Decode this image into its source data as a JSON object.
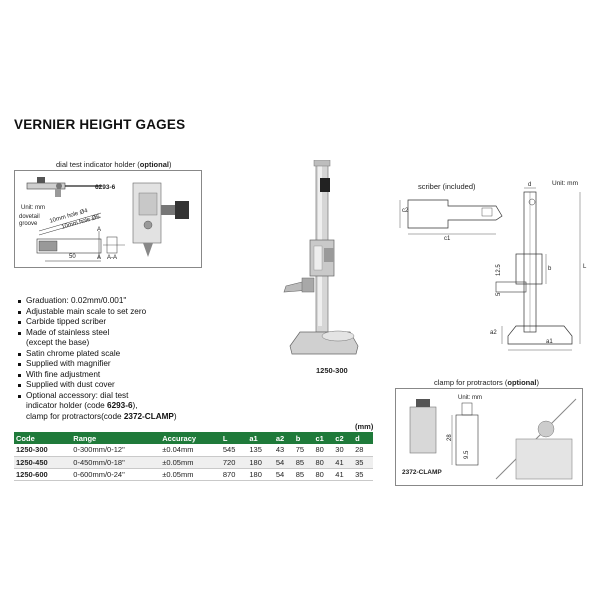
{
  "title": "VERNIER HEIGHT GAGES",
  "holder": {
    "caption_prefix": "dial test indicator holder (",
    "caption_bold": "optional",
    "caption_suffix": ")",
    "code": "6293-6",
    "unit": "Unit: mm",
    "dovetail": "dovetail",
    "groove": "groove",
    "hole1": "10mm hole Ø4",
    "hole2": "10mm hole Ø6",
    "dim_50": "50",
    "sec_a": "A",
    "sec_a2": "A",
    "sec_aa": "A-A"
  },
  "features": [
    {
      "text": "Graduation: 0.02mm/0.001\"",
      "cont": false
    },
    {
      "text": "Adjustable main scale to set zero",
      "cont": false
    },
    {
      "text": "Carbide tipped scriber",
      "cont": false
    },
    {
      "text": "Made of stainless steel",
      "cont": false
    },
    {
      "text": "(except the base)",
      "cont": true
    },
    {
      "text": "Satin chrome plated scale",
      "cont": false
    },
    {
      "text": "Supplied with magnifier",
      "cont": false
    },
    {
      "text": "With fine adjustment",
      "cont": false
    },
    {
      "text": "Supplied with dust cover",
      "cont": false
    },
    {
      "text": "Optional accessory: dial test",
      "cont": false
    }
  ],
  "accessory_line2_prefix": "indicator holder (code ",
  "accessory_line2_bold": "6293-6",
  "accessory_line2_suffix": "),",
  "accessory_line3_prefix": "clamp for protractors(code ",
  "accessory_line3_bold": "2372-CLAMP",
  "accessory_line3_suffix": ")",
  "product_code": "1250-300",
  "scriber": {
    "caption": "scriber (included)",
    "unit": "Unit: mm",
    "c2": "c2",
    "c1": "c1",
    "d": "d",
    "b": "b",
    "L": "L",
    "a1": "a1",
    "a2": "a2",
    "dim_12_5": "12.5",
    "dim_5": "5"
  },
  "clamp": {
    "caption_prefix": "clamp for protractors (",
    "caption_bold": "optional",
    "caption_suffix": ")",
    "unit": "Unit: mm",
    "code": "2372-CLAMP",
    "dim_28": "28",
    "dim_9_5": "9.5"
  },
  "table": {
    "unit": "(mm)",
    "headers": [
      "Code",
      "Range",
      "Accuracy",
      "L",
      "a1",
      "a2",
      "b",
      "c1",
      "c2",
      "d"
    ],
    "rows": [
      [
        "1250-300",
        "0-300mm/0-12\"",
        "±0.04mm",
        "545",
        "135",
        "43",
        "75",
        "80",
        "30",
        "28"
      ],
      [
        "1250-450",
        "0-450mm/0-18\"",
        "±0.05mm",
        "720",
        "180",
        "54",
        "85",
        "80",
        "41",
        "35"
      ],
      [
        "1250-600",
        "0-600mm/0-24\"",
        "±0.05mm",
        "870",
        "180",
        "54",
        "85",
        "80",
        "41",
        "35"
      ]
    ]
  },
  "colors": {
    "table_header": "#1f7a3a",
    "line": "#333333"
  }
}
